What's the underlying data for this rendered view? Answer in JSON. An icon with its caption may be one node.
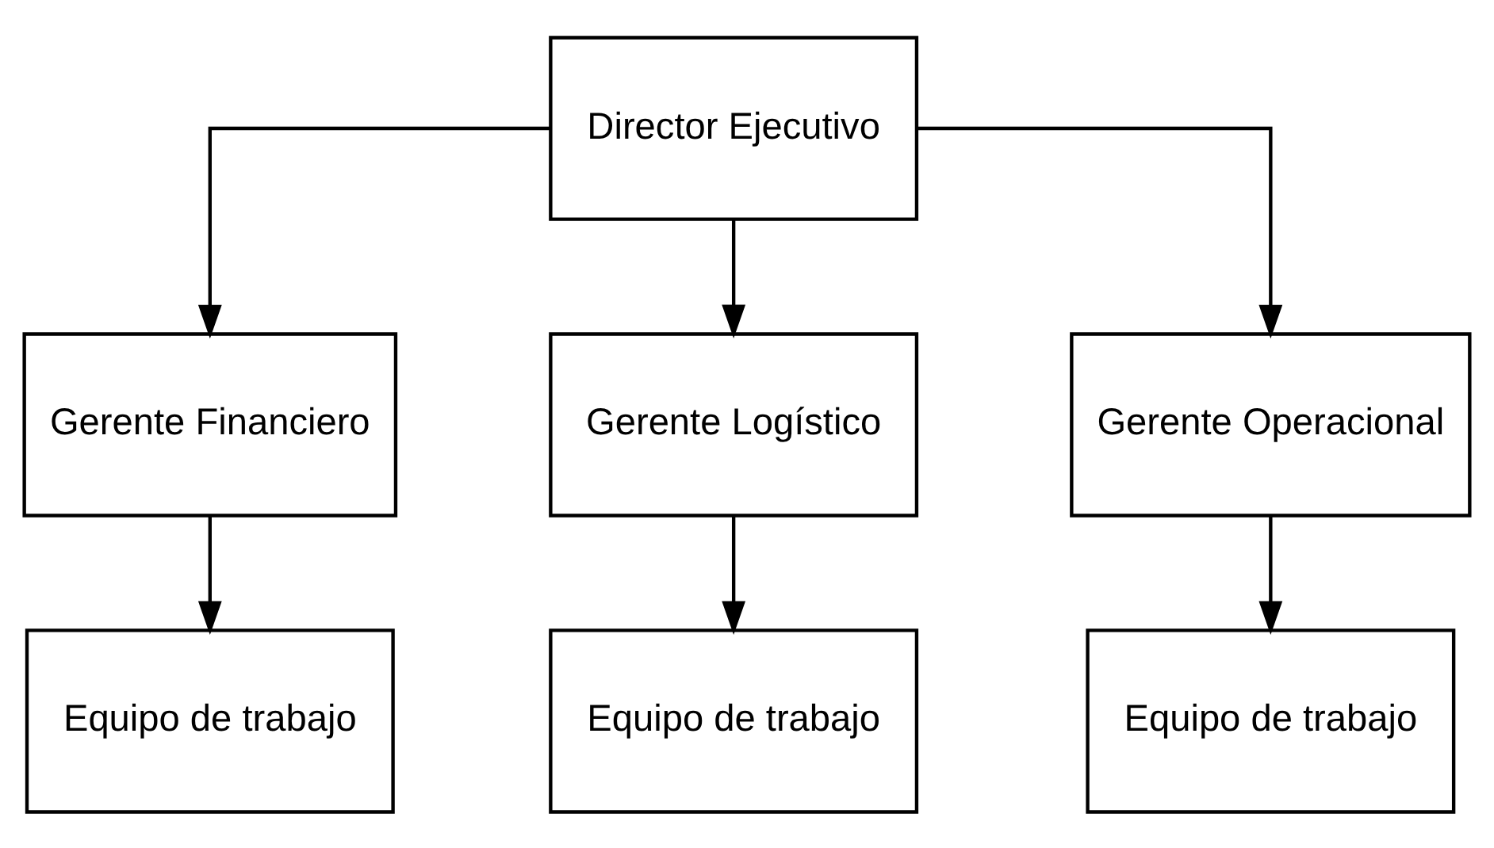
{
  "diagram": {
    "nodes": [
      {
        "text": [
          "Director Ejecutivo"
        ]
      },
      {
        "text": [
          "Gerente Financiero"
        ]
      },
      {
        "text": [
          "Gerente Logístico"
        ]
      },
      {
        "text": [
          "Gerente Operacional"
        ]
      },
      {
        "text": [
          "Equipo de trabajo"
        ]
      },
      {
        "text": [
          "Equipo de trabajo"
        ]
      },
      {
        "text": [
          "Equipo de trabajo"
        ]
      }
    ],
    "edges": [
      {
        "from": 0,
        "to": 1,
        "arrow": "to"
      },
      {
        "from": 0,
        "to": 2,
        "arrow": "to"
      },
      {
        "from": 0,
        "to": 3,
        "arrow": "to"
      },
      {
        "from": 1,
        "to": 4,
        "arrow": "to"
      },
      {
        "from": 2,
        "to": 5,
        "arrow": "to"
      },
      {
        "from": 3,
        "to": 6,
        "arrow": "to"
      }
    ]
  }
}
